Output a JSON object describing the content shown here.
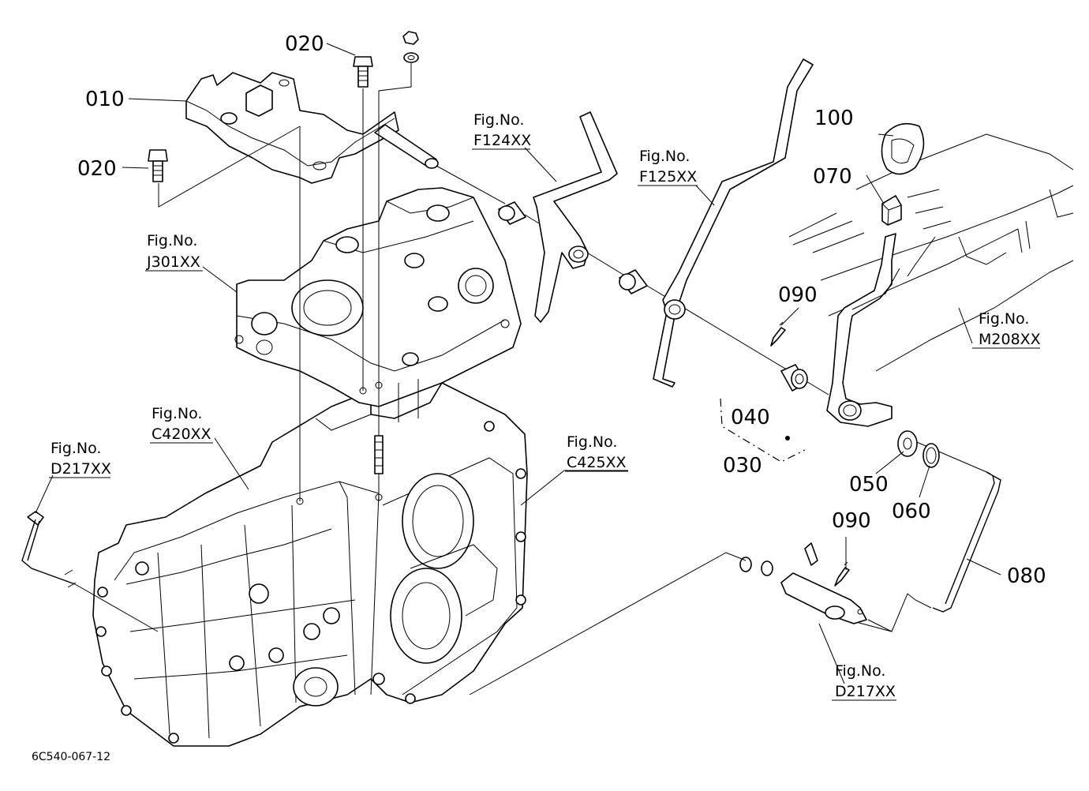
{
  "drawing_code": "6C540-067-12",
  "part_labels": {
    "p010": "010",
    "p020a": "020",
    "p020b": "020",
    "p030": "030",
    "p040": "040",
    "p050": "050",
    "p060": "060",
    "p070": "070",
    "p080": "080",
    "p090a": "090",
    "p090b": "090",
    "p100": "100"
  },
  "figure_refs": {
    "prefix": "Fig.No.",
    "j301": "J301XX",
    "c420": "C420XX",
    "d217_left": "D217XX",
    "c425": "C425XX",
    "f124": "F124XX",
    "f125": "F125XX",
    "m208": "M208XX",
    "d217_right": "D217XX"
  }
}
